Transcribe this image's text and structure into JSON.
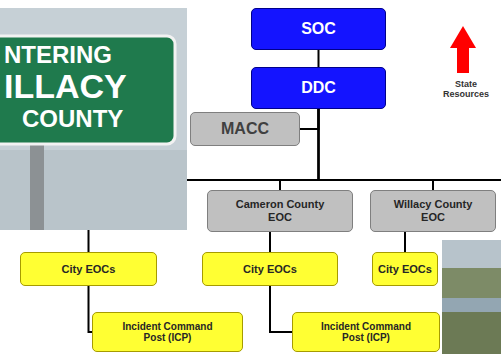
{
  "diagram": {
    "nodes": [
      {
        "text": [
          "SOC"
        ]
      },
      {
        "text": [
          "DDC"
        ]
      },
      {
        "text": [
          "MACC"
        ]
      },
      {
        "text": [
          "Cameron County EOC"
        ]
      },
      {
        "text": [
          "Willacy County EOC"
        ]
      },
      {
        "text": [
          "City EOCs"
        ]
      },
      {
        "text": [
          "City EOCs"
        ]
      },
      {
        "text": [
          "City EOCs"
        ]
      },
      {
        "text": [
          "Incident Command Post (ICP)"
        ]
      },
      {
        "text": [
          "Incident Command Post (ICP)"
        ]
      }
    ],
    "edges": [
      {
        "from": 0,
        "to": 1,
        "arrow": "none"
      },
      {
        "from": 2,
        "to": 1,
        "arrow": "none"
      },
      {
        "from": 1,
        "to": 5,
        "arrow": "none"
      },
      {
        "from": 1,
        "to": 3,
        "arrow": "none"
      },
      {
        "from": 1,
        "to": 4,
        "arrow": "none"
      },
      {
        "from": 3,
        "to": 6,
        "arrow": "none"
      },
      {
        "from": 4,
        "to": 7,
        "arrow": "none"
      },
      {
        "from": 5,
        "to": 8,
        "arrow": "none"
      },
      {
        "from": 6,
        "to": 9,
        "arrow": "none"
      }
    ],
    "labels": [
      "NTERING",
      "ILLACY",
      "COUNTY",
      "State Resources"
    ]
  }
}
